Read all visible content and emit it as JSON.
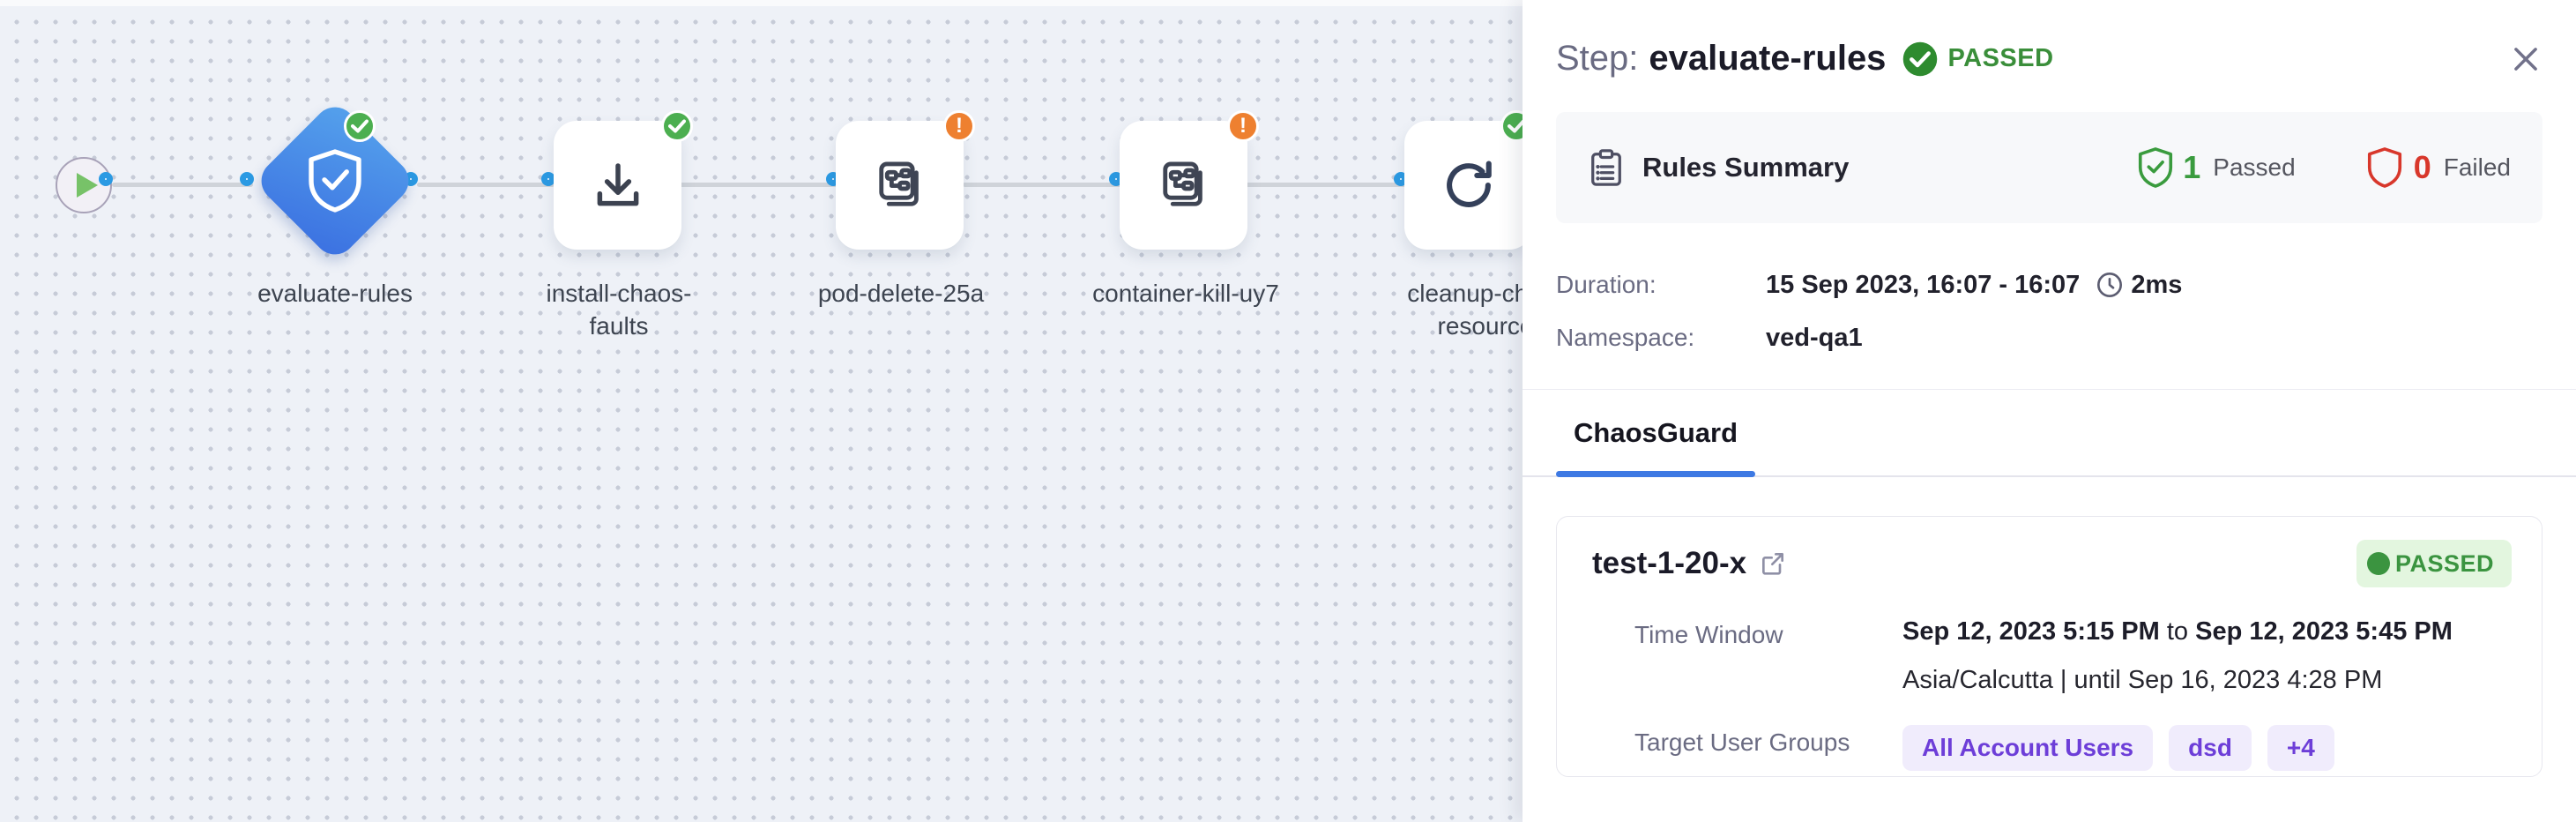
{
  "canvas": {
    "nodes": [
      {
        "id": "start",
        "type": "play-button",
        "label": "",
        "status": ""
      },
      {
        "id": "evaluate-rules",
        "type": "diamond",
        "icon": "shield-check-icon",
        "label": "evaluate-rules",
        "status": "passed"
      },
      {
        "id": "install-chaos-faults",
        "type": "step",
        "icon": "download-icon",
        "label": "install-chaos-faults",
        "status": "passed"
      },
      {
        "id": "pod-delete-25a",
        "type": "step",
        "icon": "chaos-fault-icon",
        "label": "pod-delete-25a",
        "status": "warning"
      },
      {
        "id": "container-kill-uy7",
        "type": "step",
        "icon": "chaos-fault-icon",
        "label": "container-kill-uy7",
        "status": "warning"
      },
      {
        "id": "cleanup-chaos-resources",
        "type": "step",
        "icon": "refresh-icon",
        "label": "cleanup-chaos-resources",
        "status": "passed"
      }
    ]
  },
  "panel": {
    "header": {
      "prefix": "Step:",
      "title": "evaluate-rules",
      "status": "PASSED",
      "close": "✕"
    },
    "rules_summary": {
      "title": "Rules Summary",
      "passed_count": "1",
      "passed_label": "Passed",
      "failed_count": "0",
      "failed_label": "Failed"
    },
    "details": {
      "duration_label": "Duration:",
      "duration_value": "15 Sep 2023, 16:07 - 16:07",
      "duration_ms": "2ms",
      "namespace_label": "Namespace:",
      "namespace_value": "ved-qa1"
    },
    "tabs": [
      {
        "label": "ChaosGuard",
        "active": true
      }
    ],
    "guard_card": {
      "name": "test-1-20-x",
      "status": "PASSED",
      "time_window_label": "Time Window",
      "time_from": "Sep 12, 2023 5:15 PM",
      "time_to_word": " to ",
      "time_to": "Sep 12, 2023 5:45 PM",
      "timezone_line": "Asia/Calcutta | until Sep 16, 2023 4:28 PM",
      "target_groups_label": "Target User Groups",
      "groups": [
        "All Account Users",
        "dsd",
        "+4"
      ]
    }
  },
  "icons": {
    "play-icon": "▶",
    "check-badge-icon": "✓",
    "warning-badge-icon": "!",
    "shield-check-icon": "shield with checkmark",
    "download-icon": "arrow into tray",
    "chaos-fault-icon": "stacked experiment sheets",
    "refresh-icon": "circular arrow",
    "clipboard-icon": "clipboard with list",
    "clock-icon": "clock outline",
    "external-link-icon": "box with arrow",
    "close-icon": "✕"
  },
  "colors": {
    "canvas_bg": "#eef1f7",
    "canvas_dot": "#c6cbd7",
    "edge": "#cfd3d9",
    "port_blue": "#2b9ae3",
    "diamond_blue_start": "#55a2ec",
    "diamond_blue_end": "#3b70e1",
    "success_green": "#4caf50",
    "warning_orange": "#ee8030",
    "status_green_text": "#3a8e3a",
    "fail_red": "#d8372b",
    "tab_accent": "#3d79e3",
    "pill_purple_text": "#6d3ed8",
    "pill_purple_bg": "#f0ecfc",
    "passed_pill_bg": "#e3f6df",
    "label_slate": "#6a6b82"
  }
}
